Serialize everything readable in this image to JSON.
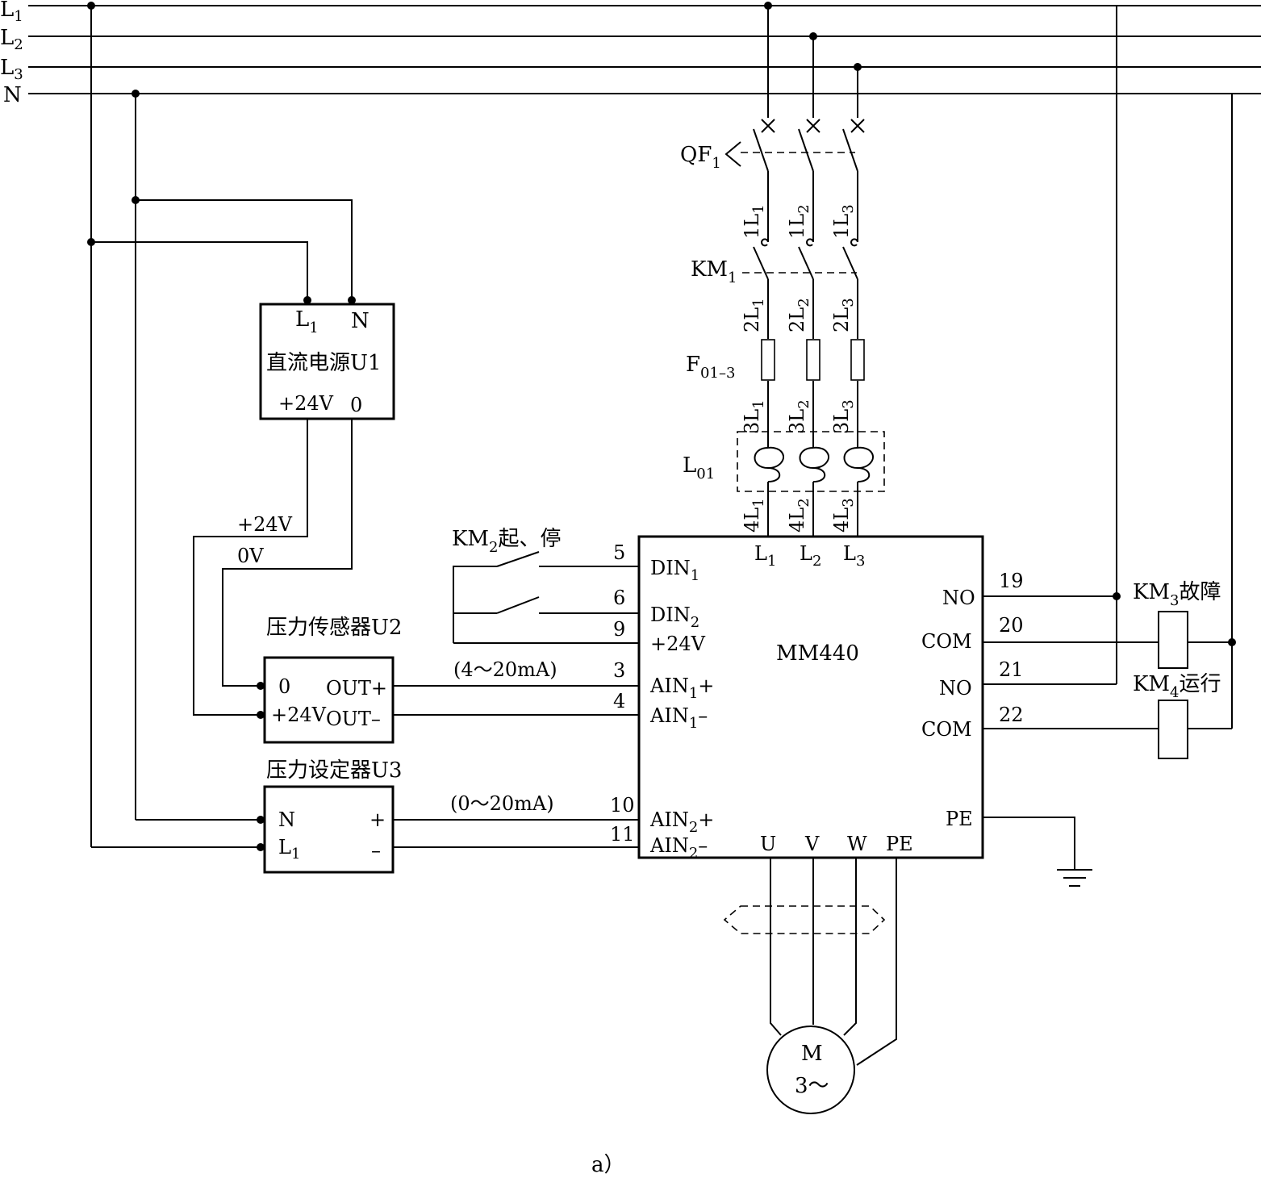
{
  "bus": {
    "l1": "L",
    "l1_sub": "1",
    "l2": "L",
    "l2_sub": "2",
    "l3": "L",
    "l3_sub": "3",
    "n": "N"
  },
  "breaker": {
    "label": "QF",
    "sub": "1"
  },
  "contactor": {
    "label": "KM",
    "sub": "1"
  },
  "fuse": {
    "label": "F",
    "sub": "01–3"
  },
  "reactor": {
    "label": "L",
    "sub": "01"
  },
  "wires": {
    "w1": "1L",
    "w1_sub": "1",
    "w2": "1L",
    "w2_sub": "2",
    "w3": "1L",
    "w3_sub": "3",
    "w4": "2L",
    "w4_sub": "1",
    "w5": "2L",
    "w5_sub": "2",
    "w6": "2L",
    "w6_sub": "3",
    "w7": "3L",
    "w7_sub": "1",
    "w8": "3L",
    "w8_sub": "2",
    "w9": "3L",
    "w9_sub": "3",
    "w10": "4L",
    "w10_sub": "1",
    "w11": "4L",
    "w11_sub": "2",
    "w12": "4L",
    "w12_sub": "3"
  },
  "dc_supply": {
    "in_l": "L",
    "in_l_sub": "1",
    "in_n": "N",
    "title": "直流电源U1",
    "out_pos": "+24V",
    "out_zero": "0"
  },
  "rails": {
    "pos": "+24V",
    "zero": "0V"
  },
  "sensor": {
    "title": "压力传感器U2",
    "pin0": "0",
    "pin24": "+24V",
    "out_plus": "OUT+",
    "out_minus": "OUT–",
    "signal": "(4～20mA)"
  },
  "setter": {
    "title": "压力设定器U3",
    "pin_n": "N",
    "pin_l": "L",
    "pin_l_sub": "1",
    "plus": "+",
    "minus": "–",
    "signal": "(0～20mA)"
  },
  "switch": {
    "label": "KM",
    "sub": "2",
    "suffix": "起、停"
  },
  "terminals": {
    "t5": "5",
    "t6": "6",
    "t9": "9",
    "t3": "3",
    "t4": "4",
    "t10": "10",
    "t11": "11",
    "t19": "19",
    "t20": "20",
    "t21": "21",
    "t22": "22"
  },
  "inverter": {
    "model": "MM440",
    "din1": "DIN",
    "din1_sub": "1",
    "din2": "DIN",
    "din2_sub": "2",
    "p24": "+24V",
    "ain1p": "AIN",
    "ain1p_sub": "1",
    "ain1p_sign": "+",
    "ain1m": "AIN",
    "ain1m_sub": "1",
    "ain1m_sign": "–",
    "ain2p": "AIN",
    "ain2p_sub": "2",
    "ain2p_sign": "+",
    "ain2m": "AIN",
    "ain2m_sub": "2",
    "ain2m_sign": "–",
    "in_l1": "L",
    "in_l1_sub": "1",
    "in_l2": "L",
    "in_l2_sub": "2",
    "in_l3": "L",
    "in_l3_sub": "3",
    "no1": "NO",
    "com1": "COM",
    "no2": "NO",
    "com2": "COM",
    "pe_right": "PE",
    "u": "U",
    "v": "V",
    "w": "W",
    "pe_bottom": "PE"
  },
  "relays": {
    "km3": "KM",
    "km3_sub": "3",
    "km3_suffix": "故障",
    "km4": "KM",
    "km4_sub": "4",
    "km4_suffix": "运行"
  },
  "motor": {
    "line1": "M",
    "line2": "3～"
  },
  "caption": "a）"
}
